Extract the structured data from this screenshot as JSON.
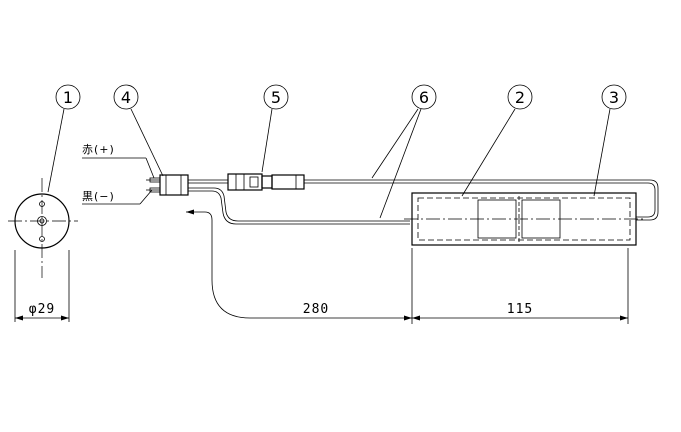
{
  "callouts": [
    {
      "id": "1",
      "label": "1"
    },
    {
      "id": "4",
      "label": "4"
    },
    {
      "id": "5",
      "label": "5"
    },
    {
      "id": "6",
      "label": "6"
    },
    {
      "id": "2",
      "label": "2"
    },
    {
      "id": "3",
      "label": "3"
    }
  ],
  "wire_labels": {
    "red": "赤(+)",
    "black": "黒(−)"
  },
  "dimensions": {
    "diameter": "φ29",
    "cable_length": "280",
    "body_length": "115"
  }
}
